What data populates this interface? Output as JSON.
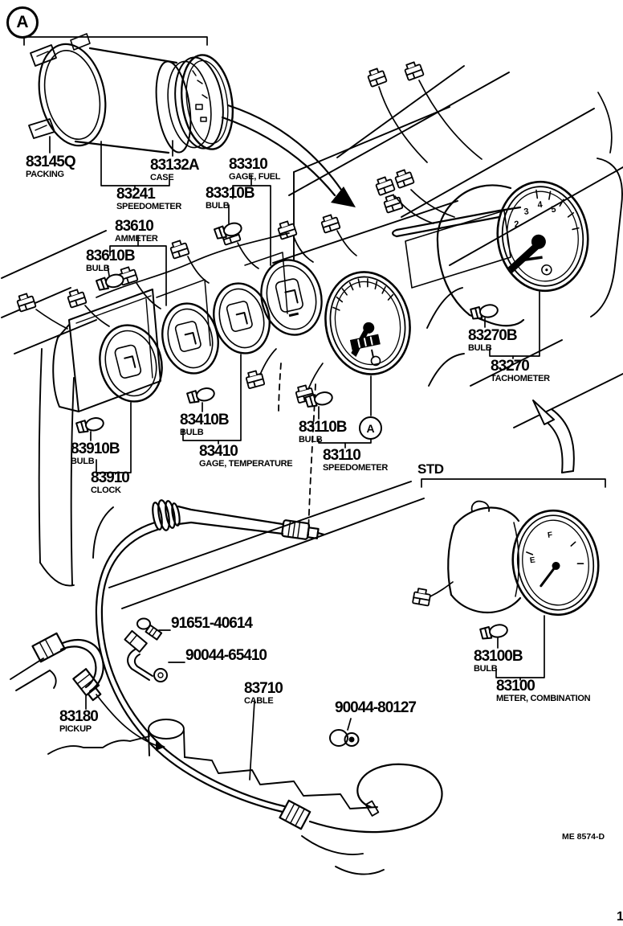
{
  "doc": {
    "code": "ME 8574-D",
    "corner_mark": "1",
    "ink": "#000000",
    "background": "#ffffff"
  },
  "markers": {
    "detail_a_top": "A",
    "detail_a_inline": "A",
    "std": "STD"
  },
  "dials": {
    "tach_numbers": [
      "2",
      "3",
      "4",
      "5"
    ],
    "combo_letters": [
      "F",
      "E"
    ]
  },
  "labels": [
    {
      "num": "83145Q",
      "desc": "PACKING"
    },
    {
      "num": "83132A",
      "desc": "CASE"
    },
    {
      "num": "83241",
      "desc": "SPEEDOMETER"
    },
    {
      "num": "83310",
      "desc": "GAGE, FUEL"
    },
    {
      "num": "83310B",
      "desc": "BULB"
    },
    {
      "num": "83610",
      "desc": "AMMETER"
    },
    {
      "num": "83610B",
      "desc": "BULB"
    },
    {
      "num": "83270B",
      "desc": "BULB"
    },
    {
      "num": "83270",
      "desc": "TACHOMETER"
    },
    {
      "num": "83410B",
      "desc": "BULB"
    },
    {
      "num": "83110B",
      "desc": "BULB"
    },
    {
      "num": "83910B",
      "desc": "BULB"
    },
    {
      "num": "83410",
      "desc": "GAGE, TEMPERATURE"
    },
    {
      "num": "83110",
      "desc": "SPEEDOMETER"
    },
    {
      "num": "83910",
      "desc": "CLOCK"
    },
    {
      "num": "91651-40614",
      "desc": ""
    },
    {
      "num": "90044-65410",
      "desc": ""
    },
    {
      "num": "83710",
      "desc": "CABLE"
    },
    {
      "num": "90044-80127",
      "desc": ""
    },
    {
      "num": "83180",
      "desc": "PICKUP"
    },
    {
      "num": "83100B",
      "desc": "BULB"
    },
    {
      "num": "83100",
      "desc": "METER, COMBINATION"
    }
  ]
}
